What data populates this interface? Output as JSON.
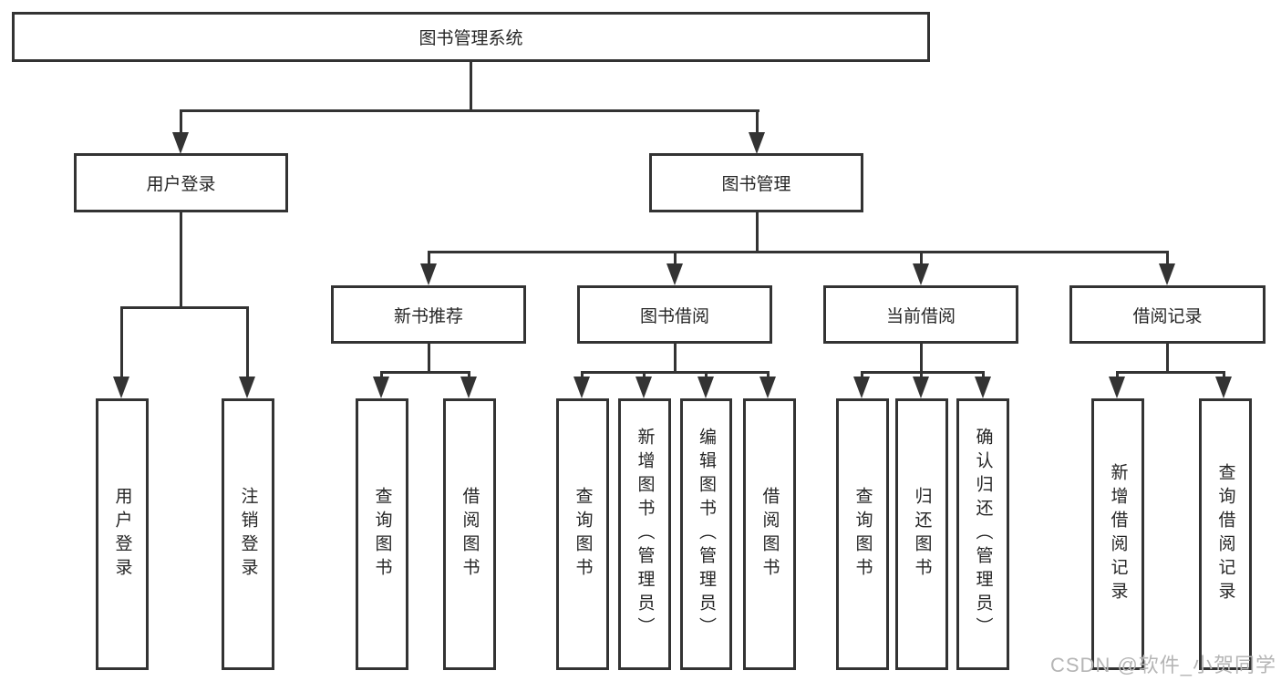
{
  "tree": {
    "root": {
      "label": "图书管理系统",
      "children": [
        {
          "label": "用户登录",
          "children": [
            {
              "label": "用户登录"
            },
            {
              "label": "注销登录"
            }
          ]
        },
        {
          "label": "图书管理",
          "children": [
            {
              "label": "新书推荐",
              "children": [
                {
                  "label": "查询图书"
                },
                {
                  "label": "借阅图书"
                }
              ]
            },
            {
              "label": "图书借阅",
              "children": [
                {
                  "label": "查询图书"
                },
                {
                  "label": "新增图书（管理员）"
                },
                {
                  "label": "编辑图书（管理员）"
                },
                {
                  "label": "借阅图书"
                }
              ]
            },
            {
              "label": "当前借阅",
              "children": [
                {
                  "label": "查询图书"
                },
                {
                  "label": "归还图书"
                },
                {
                  "label": "确认归还（管理员）"
                }
              ]
            },
            {
              "label": "借阅记录",
              "children": [
                {
                  "label": "新增借阅记录"
                },
                {
                  "label": "查询借阅记录"
                }
              ]
            }
          ]
        }
      ]
    }
  },
  "watermark": {
    "text": "CSDN @软件_小贺同学"
  },
  "colors": {
    "line": "#333333",
    "text": "#262626",
    "watermark": "#b5b5b5"
  }
}
